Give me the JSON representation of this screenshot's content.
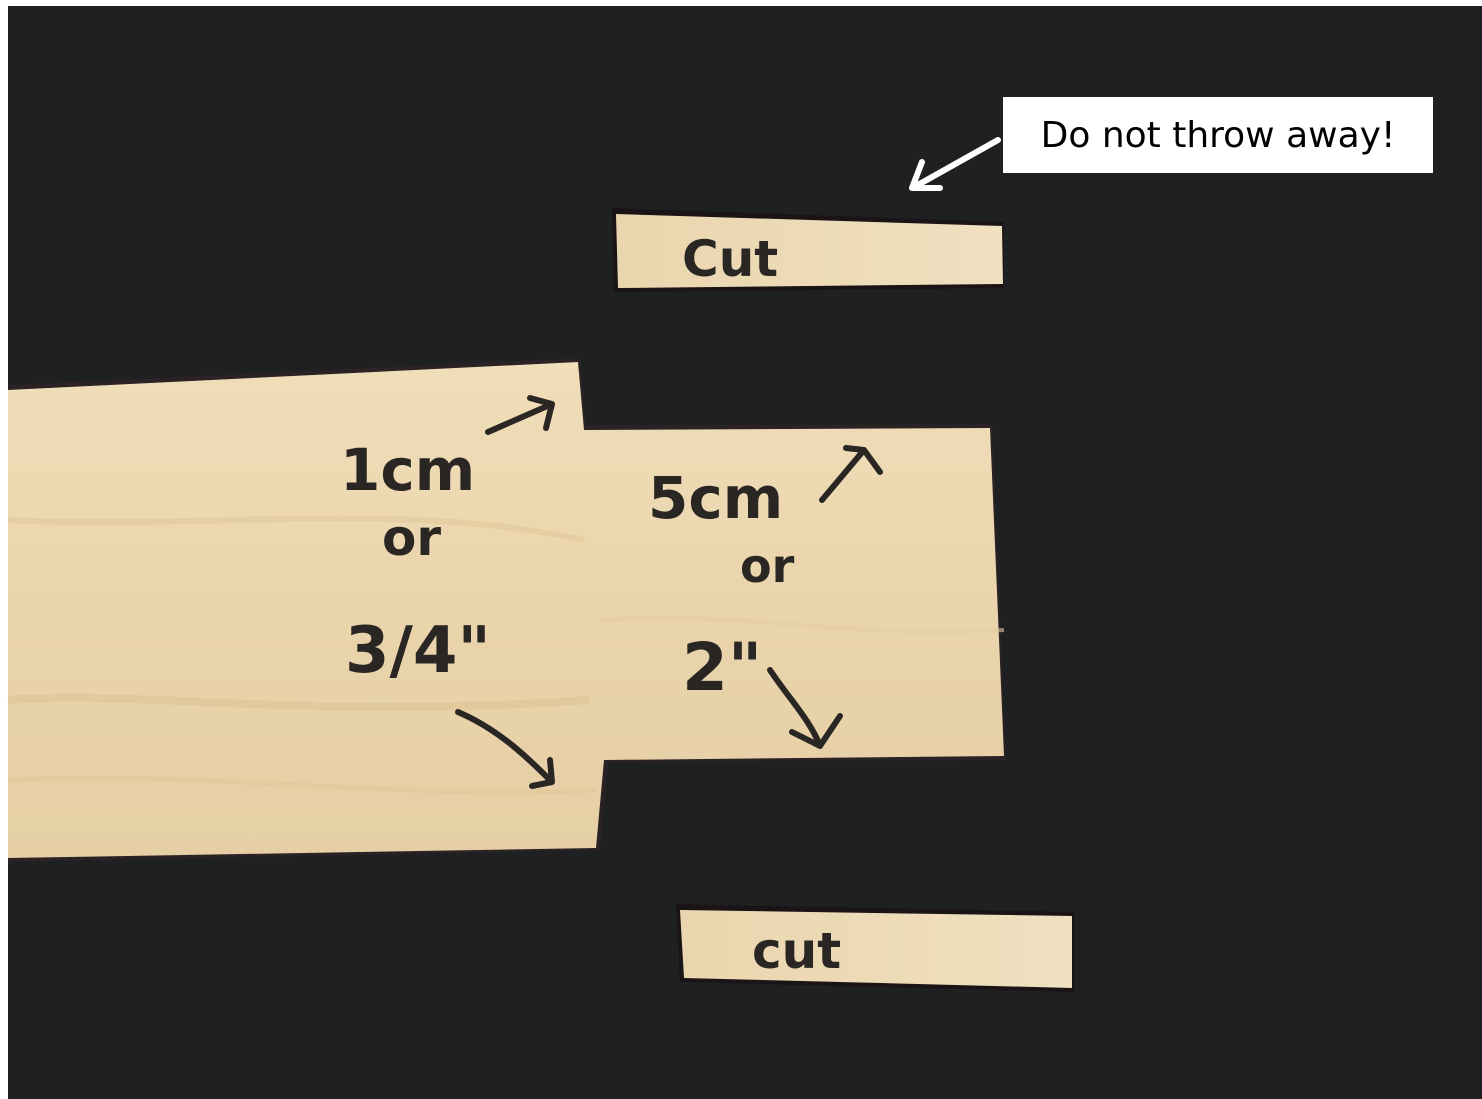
{
  "callout": {
    "text": "Do not throw away!"
  },
  "labels": {
    "top_piece": "Cut",
    "bottom_piece": "cut",
    "left_measure_line1": "1cm",
    "left_measure_line2": "or",
    "left_measure_line3": "3/4\"",
    "right_measure_line1": "5cm",
    "right_measure_line2": "or",
    "right_measure_line3": "2\""
  },
  "colors": {
    "background": "#1e2022",
    "wood": "#ecd9b4",
    "wood_shadow": "#d9c096",
    "ink": "#2a2624",
    "callout_bg": "#ffffff"
  }
}
